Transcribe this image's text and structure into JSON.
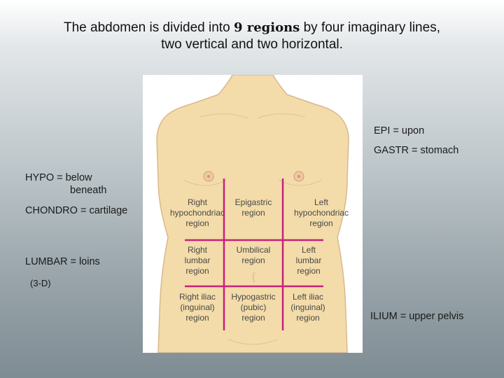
{
  "title": {
    "line1_before": "The abdomen is divided into ",
    "line1_bold": "9 regions",
    "line1_after": " by four imaginary lines,",
    "line2": "two vertical and two horizontal."
  },
  "regions": [
    [
      "Right",
      "hypochondriac",
      "region"
    ],
    [
      "Epigastric",
      "region"
    ],
    [
      "Left",
      "hypochondriac",
      "region"
    ],
    [
      "Right",
      "lumbar",
      "region"
    ],
    [
      "Umbilical",
      "region"
    ],
    [
      "Left",
      "lumbar",
      "region"
    ],
    [
      "Right iliac",
      "(inguinal)",
      "region"
    ],
    [
      "Hypogastric",
      "(pubic)",
      "region"
    ],
    [
      "Left iliac",
      "(inguinal)",
      "region"
    ]
  ],
  "notes": {
    "epi": "EPI = upon",
    "gastr": "GASTR = stomach",
    "hypo_1": "HYPO = below",
    "hypo_2": "beneath",
    "chondro": "CHONDRO = cartilage",
    "lumbar": "LUMBAR = loins",
    "three_d": "(3-D)",
    "ilium": "ILIUM = upper pelvis"
  },
  "colors": {
    "skin": "#f3dcaa",
    "skin_outline": "#d9b88a",
    "lines": "#c8207c",
    "label_text": "#474747"
  }
}
